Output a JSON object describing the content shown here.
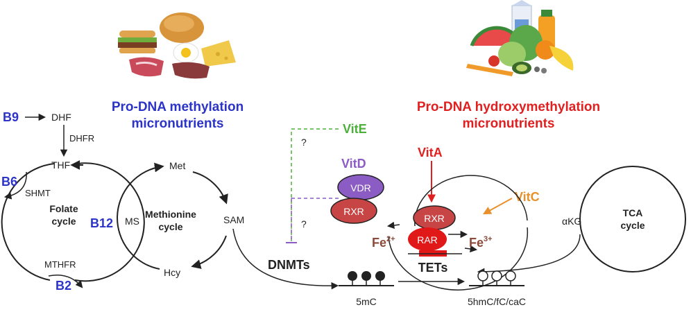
{
  "left_heading": {
    "line1": "Pro-DNA methylation",
    "line2": "micronutrients"
  },
  "right_heading": {
    "line1": "Pro-DNA hydroxymethylation",
    "line2": "micronutrients"
  },
  "folate": {
    "b9": "B9",
    "dhf": "DHF",
    "dhfr": "DHFR",
    "thf": "THF",
    "b6": "B6",
    "shmt": "SHMT",
    "cycle_line1": "Folate",
    "cycle_line2": "cycle",
    "b12": "B12",
    "mthfr": "MTHFR",
    "b2": "B2"
  },
  "methionine": {
    "met": "Met",
    "ms": "MS",
    "cycle_line1": "Methionine",
    "cycle_line2": "cycle",
    "sam": "SAM",
    "hcy": "Hcy"
  },
  "center": {
    "vite": "VitE",
    "vitd": "VitD",
    "q1": "?",
    "q2": "?",
    "vdr": "VDR",
    "rxr": "RXR",
    "dnmts": "DNMTs"
  },
  "tets_box": {
    "vita": "VitA",
    "vitc": "VitC",
    "rxr": "RXR",
    "rar": "RAR",
    "fe2_base": "Fe",
    "fe2_sup": "2+",
    "fe3_base": "Fe",
    "fe3_sup": "3+",
    "tets": "TETs"
  },
  "tca": {
    "akg": "αKG",
    "cycle_line1": "TCA",
    "cycle_line2": "cycle"
  },
  "dna": {
    "mc": "5mC",
    "hmc": "5hmC/fC/caC"
  },
  "colors": {
    "blue": "#2c34c8",
    "red": "#e02020",
    "green": "#4caf3a",
    "purple": "#8a5cc4",
    "orange": "#e8902a",
    "brown": "#8b4a3a",
    "vdr": "#8a5cc4",
    "rxr": "#c84545",
    "rar": "#e01818"
  },
  "icons": [
    "animal-food-illustration",
    "plant-food-illustration"
  ]
}
